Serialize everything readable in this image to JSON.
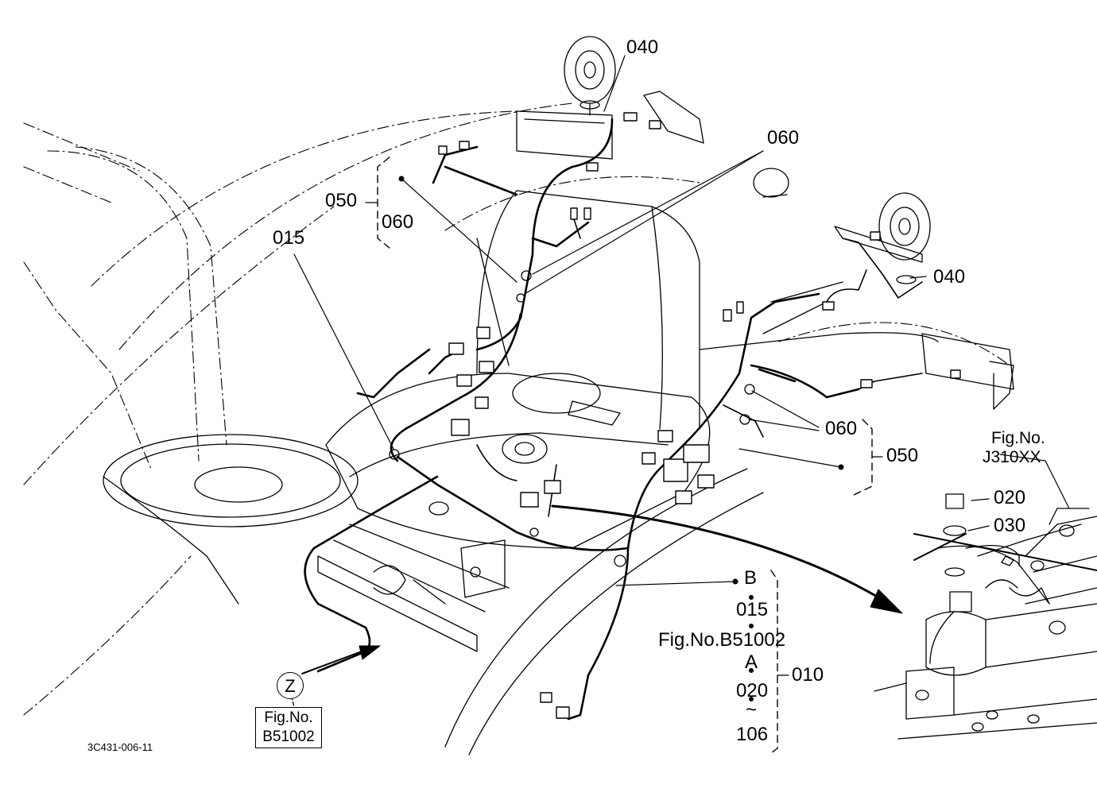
{
  "diagram": {
    "drawing_number": "3C431-006-11",
    "callouts": {
      "c040_top": "040",
      "c060_top": "060",
      "c050_left": "050",
      "c060_left": "060",
      "c015": "015",
      "c040_right": "040",
      "c060_right": "060",
      "c050_right": "050",
      "c020": "020",
      "c030": "030",
      "c010": "010"
    },
    "stack": {
      "b": "B",
      "s015": "015",
      "fig": "Fig.No.B51002",
      "a": "A",
      "s020": "020",
      "tilde": "~",
      "s106": "106"
    },
    "ref_z": {
      "letter": "Z",
      "line1": "Fig.No.",
      "line2": "B51002"
    },
    "ref_j": {
      "line1": "Fig.No.",
      "line2": "J310XX"
    }
  }
}
